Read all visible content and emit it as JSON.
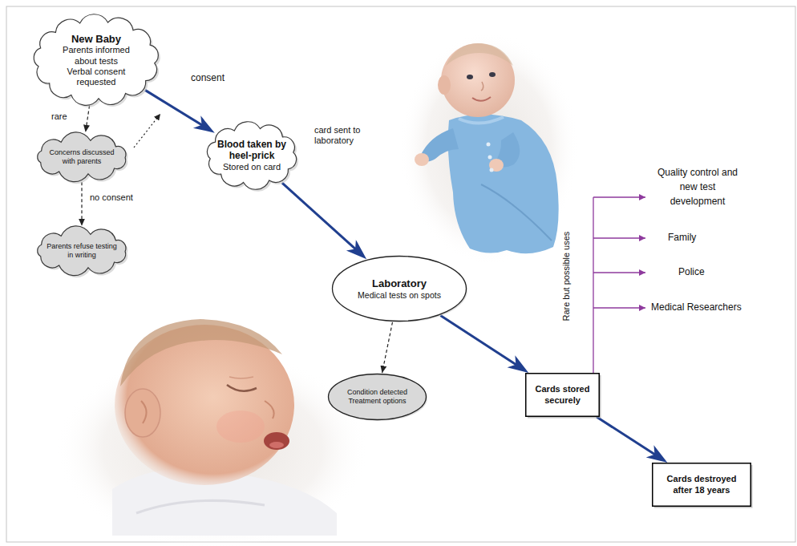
{
  "diagram": {
    "nodes": [
      {
        "text": [
          "New Baby",
          "Parents informed about tests",
          "Verbal consent requested"
        ]
      },
      {
        "text": [
          "Concerns discussed with parents"
        ]
      },
      {
        "text": [
          "Parents refuse testing in writing"
        ]
      },
      {
        "text": [
          "Blood taken by heel-prick",
          "Stored on card"
        ]
      },
      {
        "text": [
          "Laboratory",
          "Medical tests on spots"
        ]
      },
      {
        "text": [
          "Condition detected",
          "Treatment options"
        ]
      },
      {
        "text": [
          "Cards stored securely"
        ]
      },
      {
        "text": [
          "Cards destroyed after 18 years"
        ]
      }
    ],
    "edges": [
      {
        "from": 0,
        "to": 3,
        "label": "consent",
        "arrow": "to"
      },
      {
        "from": 0,
        "to": 1,
        "label": "rare",
        "arrow": "to"
      },
      {
        "from": 1,
        "to": 2,
        "label": "no consent",
        "arrow": "to"
      },
      {
        "from": 3,
        "to": 4,
        "label": "card sent to laboratory",
        "arrow": "to"
      },
      {
        "from": 4,
        "to": 5,
        "arrow": "to"
      },
      {
        "from": 4,
        "to": 6,
        "arrow": "to"
      },
      {
        "from": 6,
        "to": 7,
        "arrow": "to"
      }
    ],
    "labels": [
      "Rare but possible uses",
      "Quality control and new test development",
      "Family",
      "Police",
      "Medical Researchers"
    ]
  }
}
